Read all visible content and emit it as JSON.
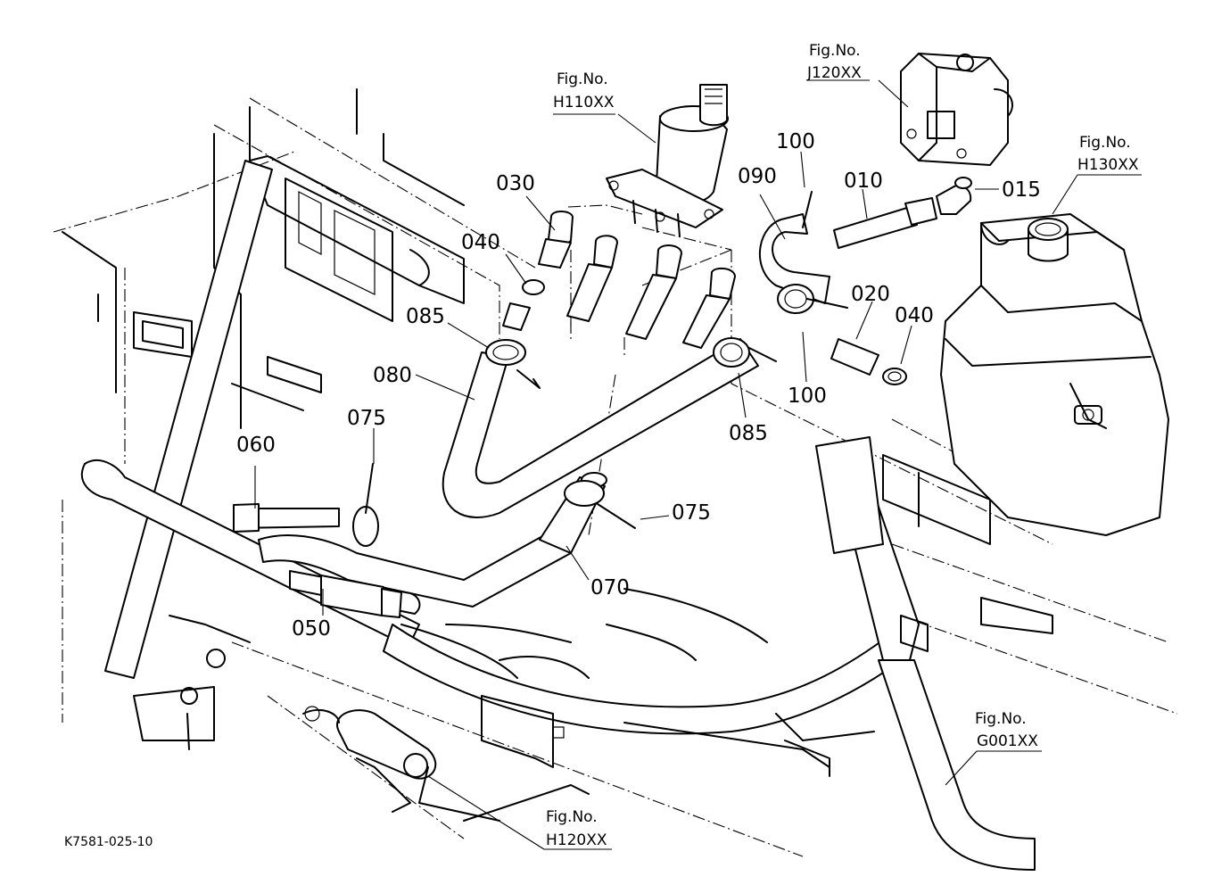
{
  "diagram_code": "K7581-025-10",
  "part_labels": {
    "p010": "010",
    "p015": "015",
    "p020": "020",
    "p030": "030",
    "p040a": "040",
    "p040b": "040",
    "p050": "050",
    "p060": "060",
    "p070": "070",
    "p075a": "075",
    "p075b": "075",
    "p080": "080",
    "p085a": "085",
    "p085b": "085",
    "p090": "090",
    "p100a": "100",
    "p100b": "100"
  },
  "figure_refs": {
    "h110": {
      "label": "Fig.No.",
      "code": "H110XX"
    },
    "j120": {
      "label": "Fig.No.",
      "code": "J120XX"
    },
    "h130": {
      "label": "Fig.No.",
      "code": "H130XX"
    },
    "g001": {
      "label": "Fig.No.",
      "code": "G001XX"
    },
    "h120": {
      "label": "Fig.No.",
      "code": "H120XX"
    }
  }
}
